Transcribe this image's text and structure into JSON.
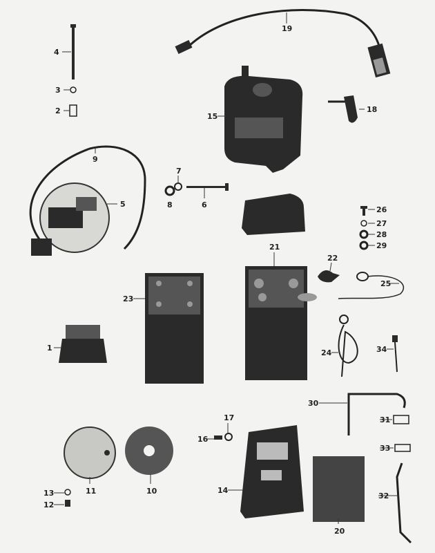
{
  "diagram": {
    "type": "exploded parts diagram",
    "part_labels": {
      "p1": "1",
      "p2": "2",
      "p3": "3",
      "p4": "4",
      "p5": "5",
      "p6": "6",
      "p7": "7",
      "p8": "8",
      "p9": "9",
      "p10": "10",
      "p11": "11",
      "p12": "12",
      "p13": "13",
      "p14": "14",
      "p15": "15",
      "p16": "16",
      "p17": "17",
      "p18": "18",
      "p19": "19",
      "p20": "20",
      "p21": "21",
      "p22": "22",
      "p23": "23",
      "p24": "24",
      "p25": "25",
      "p26": "26",
      "p27": "27",
      "p28": "28",
      "p29": "29",
      "p30": "30",
      "p31": "31",
      "p32": "32",
      "p33": "33",
      "p34": "34"
    }
  }
}
